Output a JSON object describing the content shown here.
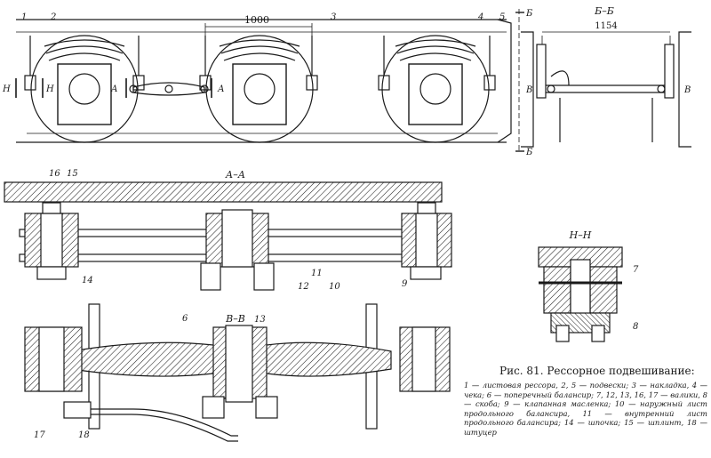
{
  "figure": {
    "caption_title": "Рис. 81. Рессорное подвешивание:",
    "caption_legend": "1 — листовая рессора, 2, 5 — подвески; 3 — накладка, 4 — чека; 6 — поперечный балансир; 7, 12, 13, 16, 17 — валики, 8 — скоба; 9 — клапанная масленка; 10 — наружный лист продольного балансира, 11 — внутренний лист продольного балансира; 14 — шпочка; 15 — шплинт, 18 — штуцер"
  },
  "top_view": {
    "dim_1000": "1000",
    "section_mark_a_left": "А",
    "section_mark_a_right": "А",
    "section_mark_n_left": "Н",
    "section_mark_n_right": "Н",
    "section_mark_b_top": "Б",
    "section_mark_b_bottom": "Б",
    "callouts": [
      "1",
      "2",
      "3",
      "4",
      "5"
    ]
  },
  "section_bb": {
    "title": "Б–Б",
    "dim_1154": "1154",
    "mark_v_left": "В",
    "mark_v_right": "В"
  },
  "section_aa": {
    "title": "А–А",
    "callouts": [
      "16",
      "15",
      "14",
      "12",
      "11",
      "10",
      "9"
    ]
  },
  "section_vv": {
    "title": "В–В",
    "callouts": [
      "6",
      "13",
      "17",
      "18"
    ]
  },
  "section_nn": {
    "title": "Н–Н",
    "callouts": [
      "7",
      "8"
    ]
  }
}
